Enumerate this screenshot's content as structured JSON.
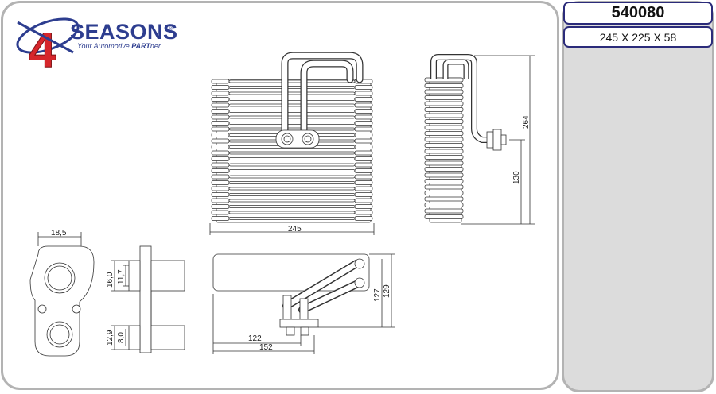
{
  "header": {
    "part_number": "540080",
    "dimensions": "245 X 225 X 58"
  },
  "logo": {
    "digit": "4",
    "word": "SEASONS",
    "trademark": "®",
    "tagline_prefix": "Your Automotive ",
    "tagline_emphasis": "PART",
    "tagline_suffix": "ner"
  },
  "dimension_labels": {
    "width_main": "245",
    "height_total": "264",
    "height_outlet": "130",
    "flange_width": "18,5",
    "port_upper_outer": "16,0",
    "port_upper_inner": "11,7",
    "port_lower_outer": "12,9",
    "port_lower_inner": "8,0",
    "top_offset_a": "122",
    "top_offset_b": "152",
    "top_height_a": "127",
    "top_height_b": "129"
  },
  "colors": {
    "brand_blue": "#2d3d8f",
    "brand_red": "#d6262b",
    "frame_gray": "#b3b3b3",
    "panel_gray": "#dcdcdc"
  }
}
